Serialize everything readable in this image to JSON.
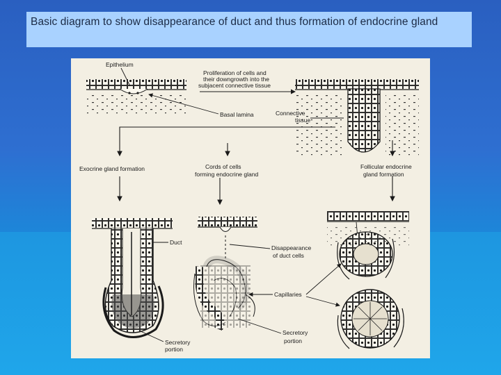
{
  "slide": {
    "title": "Basic diagram to show disappearance of duct and thus formation of endocrine gland"
  },
  "diagram": {
    "labels": {
      "epithelium": "Epithelium",
      "proliferation_1": "Proliferation of cells and",
      "proliferation_2": "their downgrowth into the",
      "proliferation_3": "subjacent connective tissue",
      "basal_lamina": "Basal lamina",
      "connective_1": "Connective",
      "connective_2": "tissue",
      "exocrine": "Exocrine gland formation",
      "cords_1": "Cords of cells",
      "cords_2": "forming endocrine gland",
      "follicular_1": "Follicular endocrine",
      "follicular_2": "gland formation",
      "duct": "Duct",
      "disappearance_1": "Disappearance",
      "disappearance_2": "of duct cells",
      "capillaries": "Capillaries",
      "secretory_left_1": "Secretory",
      "secretory_left_2": "portion",
      "secretory_mid_1": "Secretory",
      "secretory_mid_2": "portion"
    },
    "colors": {
      "ink": "#1a1a1a",
      "paper": "#f3efe3"
    }
  }
}
